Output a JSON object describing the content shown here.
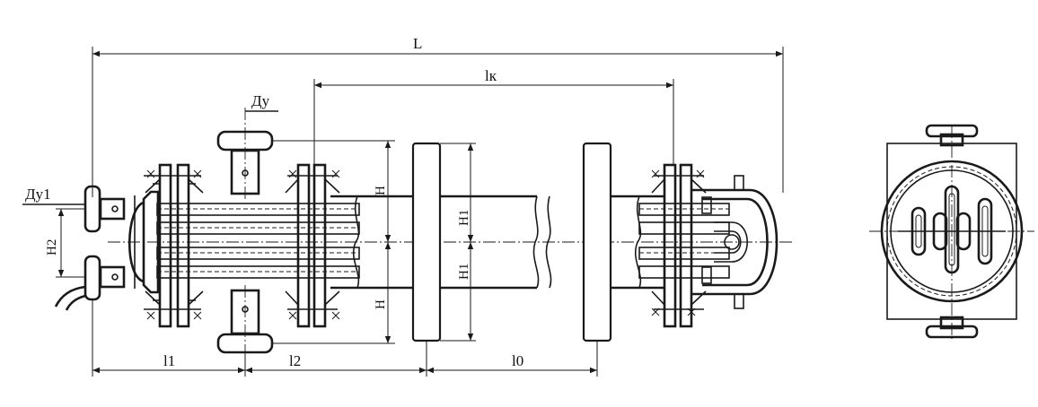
{
  "labels": {
    "L": "L",
    "lk": "lк",
    "Du": "Ду",
    "Du1": "Ду1",
    "H2": "H2",
    "H_top": "H",
    "H_bottom": "H",
    "H1_top": "H1",
    "H1_bottom": "H1",
    "l1": "l1",
    "l2": "l2",
    "l0": "l0"
  },
  "colors": {
    "ink": "#1a1a1a",
    "background": "#ffffff"
  }
}
